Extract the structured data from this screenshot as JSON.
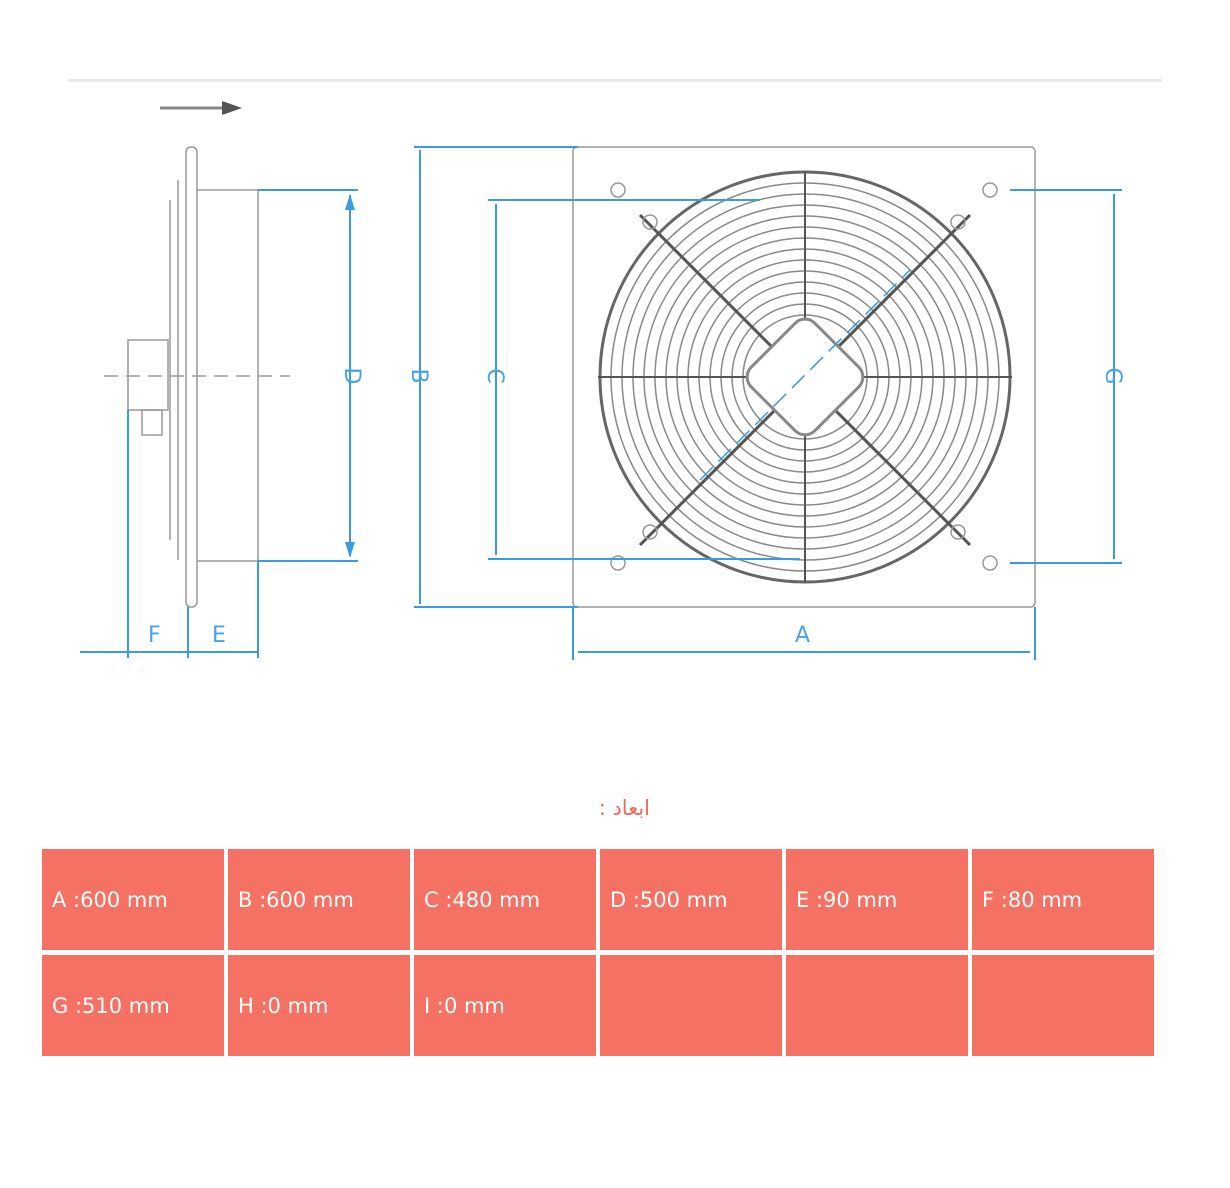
{
  "diagram": {
    "labels": {
      "A": "A",
      "B": "B",
      "C": "C",
      "D": "D",
      "E": "E",
      "F": "F",
      "G": "G"
    },
    "line_color": "#3b9be0"
  },
  "dimensions": {
    "caption": "ابعاد :",
    "rows": [
      [
        "A :600 mm",
        "B :600 mm",
        "C :480 mm",
        "D :500 mm",
        "E :90 mm",
        "F :80 mm"
      ],
      [
        "G :510 mm",
        "H :0 mm",
        "I :0 mm",
        "",
        "",
        ""
      ]
    ],
    "cell_color": "#f57163"
  }
}
